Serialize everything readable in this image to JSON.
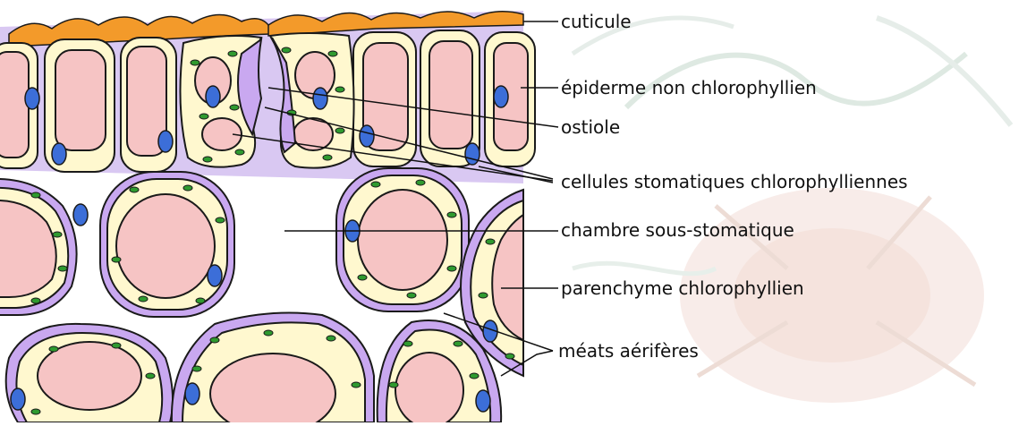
{
  "diagram": {
    "labels": {
      "cuticule": "cuticule",
      "epiderme": "épiderme non chlorophyllien",
      "ostiole": "ostiole",
      "cellules_stomatiques": "cellules stomatiques chlorophylliennes",
      "chambre": "chambre sous-stomatique",
      "parenchyme": "parenchyme  chlorophyllien",
      "meats": "méats aérifères"
    },
    "colors": {
      "cuticle": "#f39a2a",
      "cell_wall": "#9a7be0",
      "cytoplasm": "#fff8cf",
      "vacuole": "#f6c4c4",
      "nucleus": "#3c6ed8",
      "chloroplast": "#2f9a2f",
      "outline": "#1a1a1a",
      "background_plant": "#dfe8e2"
    }
  }
}
